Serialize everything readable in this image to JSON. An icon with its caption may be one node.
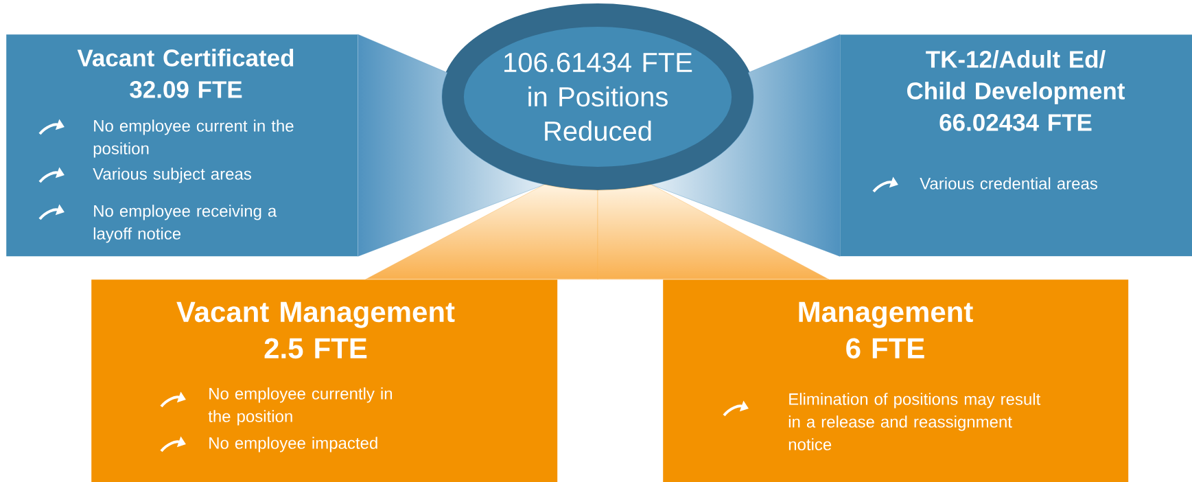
{
  "diagram": {
    "nodes": [
      {
        "text": [
          "106.61434 FTE in Positions Reduced"
        ]
      },
      {
        "text": [
          "Vacant Certificated 32.09 FTE",
          "No employee current in the position",
          "Various subject areas",
          "No employee receiving a layoff notice"
        ]
      },
      {
        "text": [
          "TK-12/Adult Ed/ Child Development 66.02434 FTE",
          "Various credential areas"
        ]
      },
      {
        "text": [
          "Vacant Management 2.5 FTE",
          "No employee currently in the position",
          "No employee impacted"
        ]
      },
      {
        "text": [
          "Management 6 FTE",
          "Elimination of positions may result in a release and reassignment notice"
        ]
      }
    ],
    "edges": [
      {
        "from": 0,
        "to": 1,
        "arrow": "none"
      },
      {
        "from": 0,
        "to": 2,
        "arrow": "none"
      },
      {
        "from": 0,
        "to": 3,
        "arrow": "none"
      },
      {
        "from": 0,
        "to": 4,
        "arrow": "none"
      }
    ]
  }
}
